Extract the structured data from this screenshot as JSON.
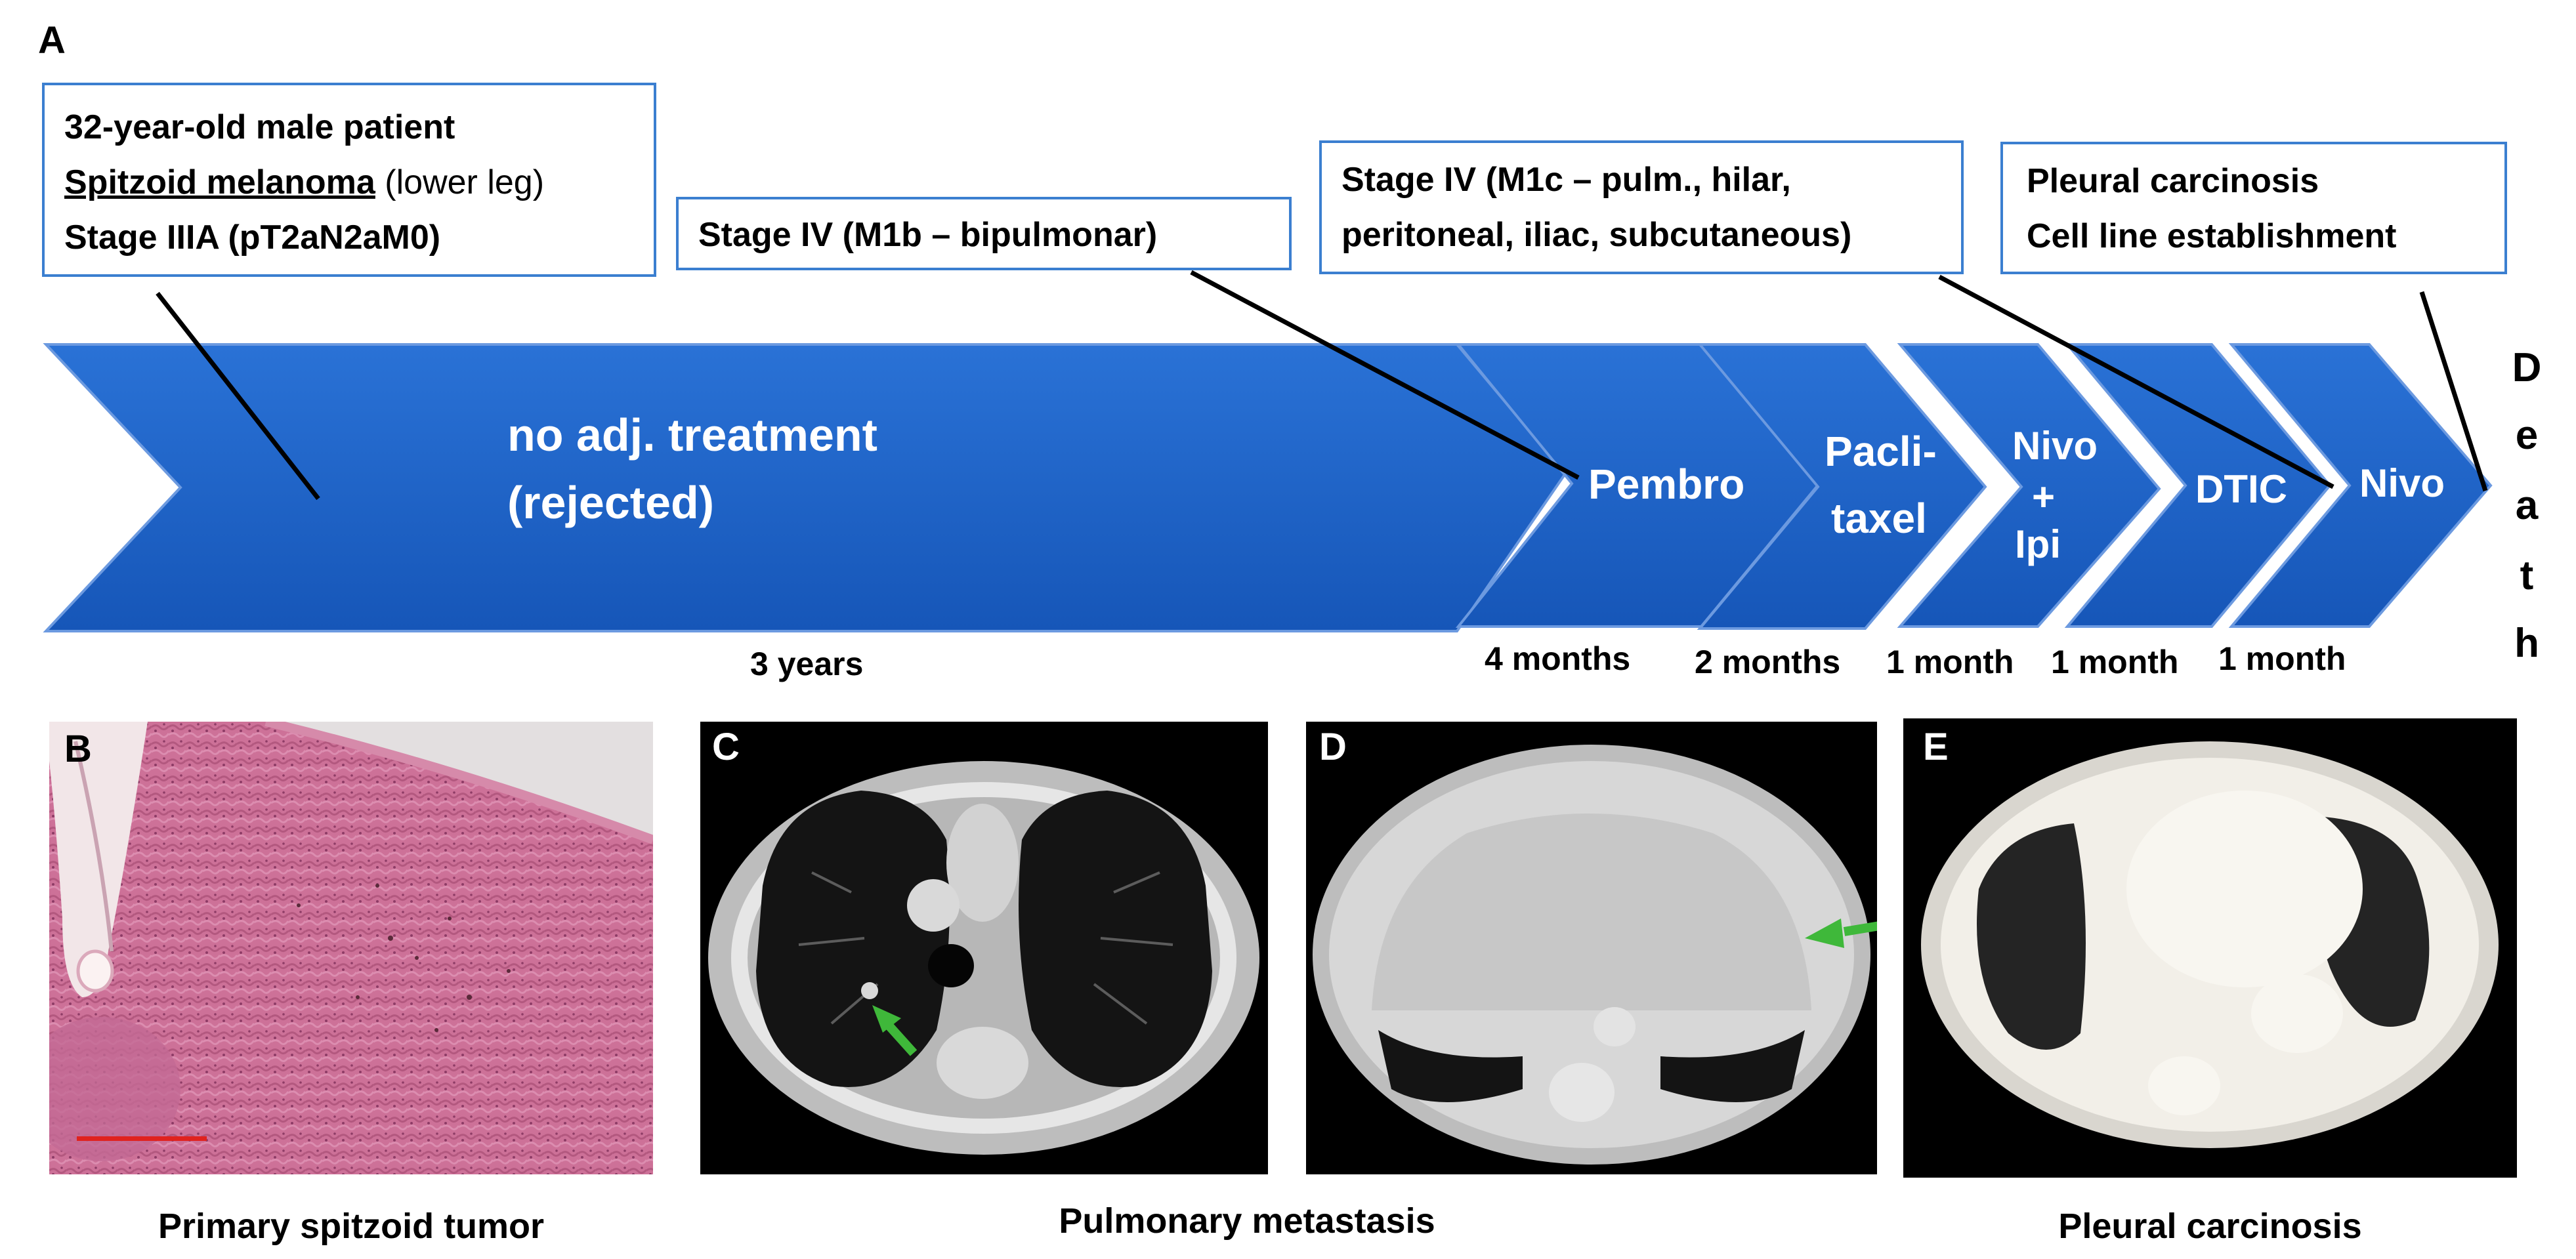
{
  "panel_a": {
    "label": "A",
    "boxes": {
      "patient": {
        "line1": "32-year-old male patient",
        "line2_bold_underlined": "Spitzoid melanoma",
        "line2_rest": " (lower leg)",
        "line3": "Stage IIIA (pT2aN2aM0)"
      },
      "stage_iv_m1b": {
        "line1": "Stage IV (M1b – bipulmonar)"
      },
      "stage_iv_m1c": {
        "line1": "Stage IV (M1c – pulm., hilar,",
        "line2": "peritoneal, iliac, subcutaneous)"
      },
      "pleural": {
        "line1": "Pleural carcinosis",
        "line2": "Cell line establishment"
      }
    },
    "arrows": [
      {
        "id": "no-adj-treatment",
        "lines": [
          "no adj. treatment",
          "(rejected)"
        ],
        "duration": "3 years"
      },
      {
        "id": "pembro",
        "lines": [
          "Pembro"
        ],
        "duration": "4 months"
      },
      {
        "id": "paclitaxel",
        "lines": [
          "Pacli-",
          "taxel"
        ],
        "duration": "2 months"
      },
      {
        "id": "nivo-ipi",
        "lines": [
          "Nivo",
          "+",
          "Ipi"
        ],
        "duration": "1 month"
      },
      {
        "id": "dtic",
        "lines": [
          "DTIC"
        ],
        "duration": "1 month"
      },
      {
        "id": "nivo",
        "lines": [
          "Nivo"
        ],
        "duration": "1 month"
      }
    ],
    "death_letters": [
      "D",
      "e",
      "a",
      "t",
      "h"
    ]
  },
  "panels": {
    "b": {
      "label": "B",
      "caption": "Primary spitzoid tumor"
    },
    "c": {
      "label": "C"
    },
    "d": {
      "label": "D"
    },
    "cd_caption": "Pulmonary metastasis",
    "e": {
      "label": "E",
      "caption": "Pleural carcinosis"
    }
  },
  "colors": {
    "box_border": "#3b7fd0",
    "arrow_blue": "#1f62c8",
    "arrow_border": "#5b8fd8",
    "pointer_arrow": "#3fb83a",
    "scale_bar": "#e0221e",
    "histology_pink": "#c96b92"
  }
}
